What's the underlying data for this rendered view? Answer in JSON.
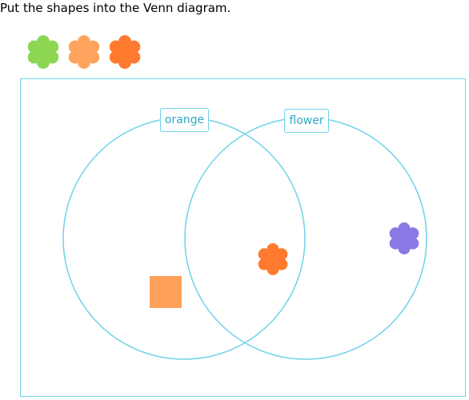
{
  "instruction": "Put the shapes into the Venn diagram.",
  "tray": {
    "shapes": [
      {
        "name": "green-flower",
        "color": "#8cd654"
      },
      {
        "name": "light-orange-flower",
        "color": "#ffa45e"
      },
      {
        "name": "dark-orange-flower",
        "color": "#ff7a2e"
      }
    ]
  },
  "venn": {
    "border_color": "#6fd2ea",
    "sets": [
      {
        "label": "orange"
      },
      {
        "label": "flower"
      }
    ]
  },
  "placed_shapes": [
    {
      "name": "square",
      "color": "#ffa15a",
      "region": "orange only"
    },
    {
      "name": "orange-flower",
      "color": "#ff7a2e",
      "region": "orange and flower"
    },
    {
      "name": "purple-flower",
      "color": "#8879e4",
      "region": "flower only"
    }
  ]
}
